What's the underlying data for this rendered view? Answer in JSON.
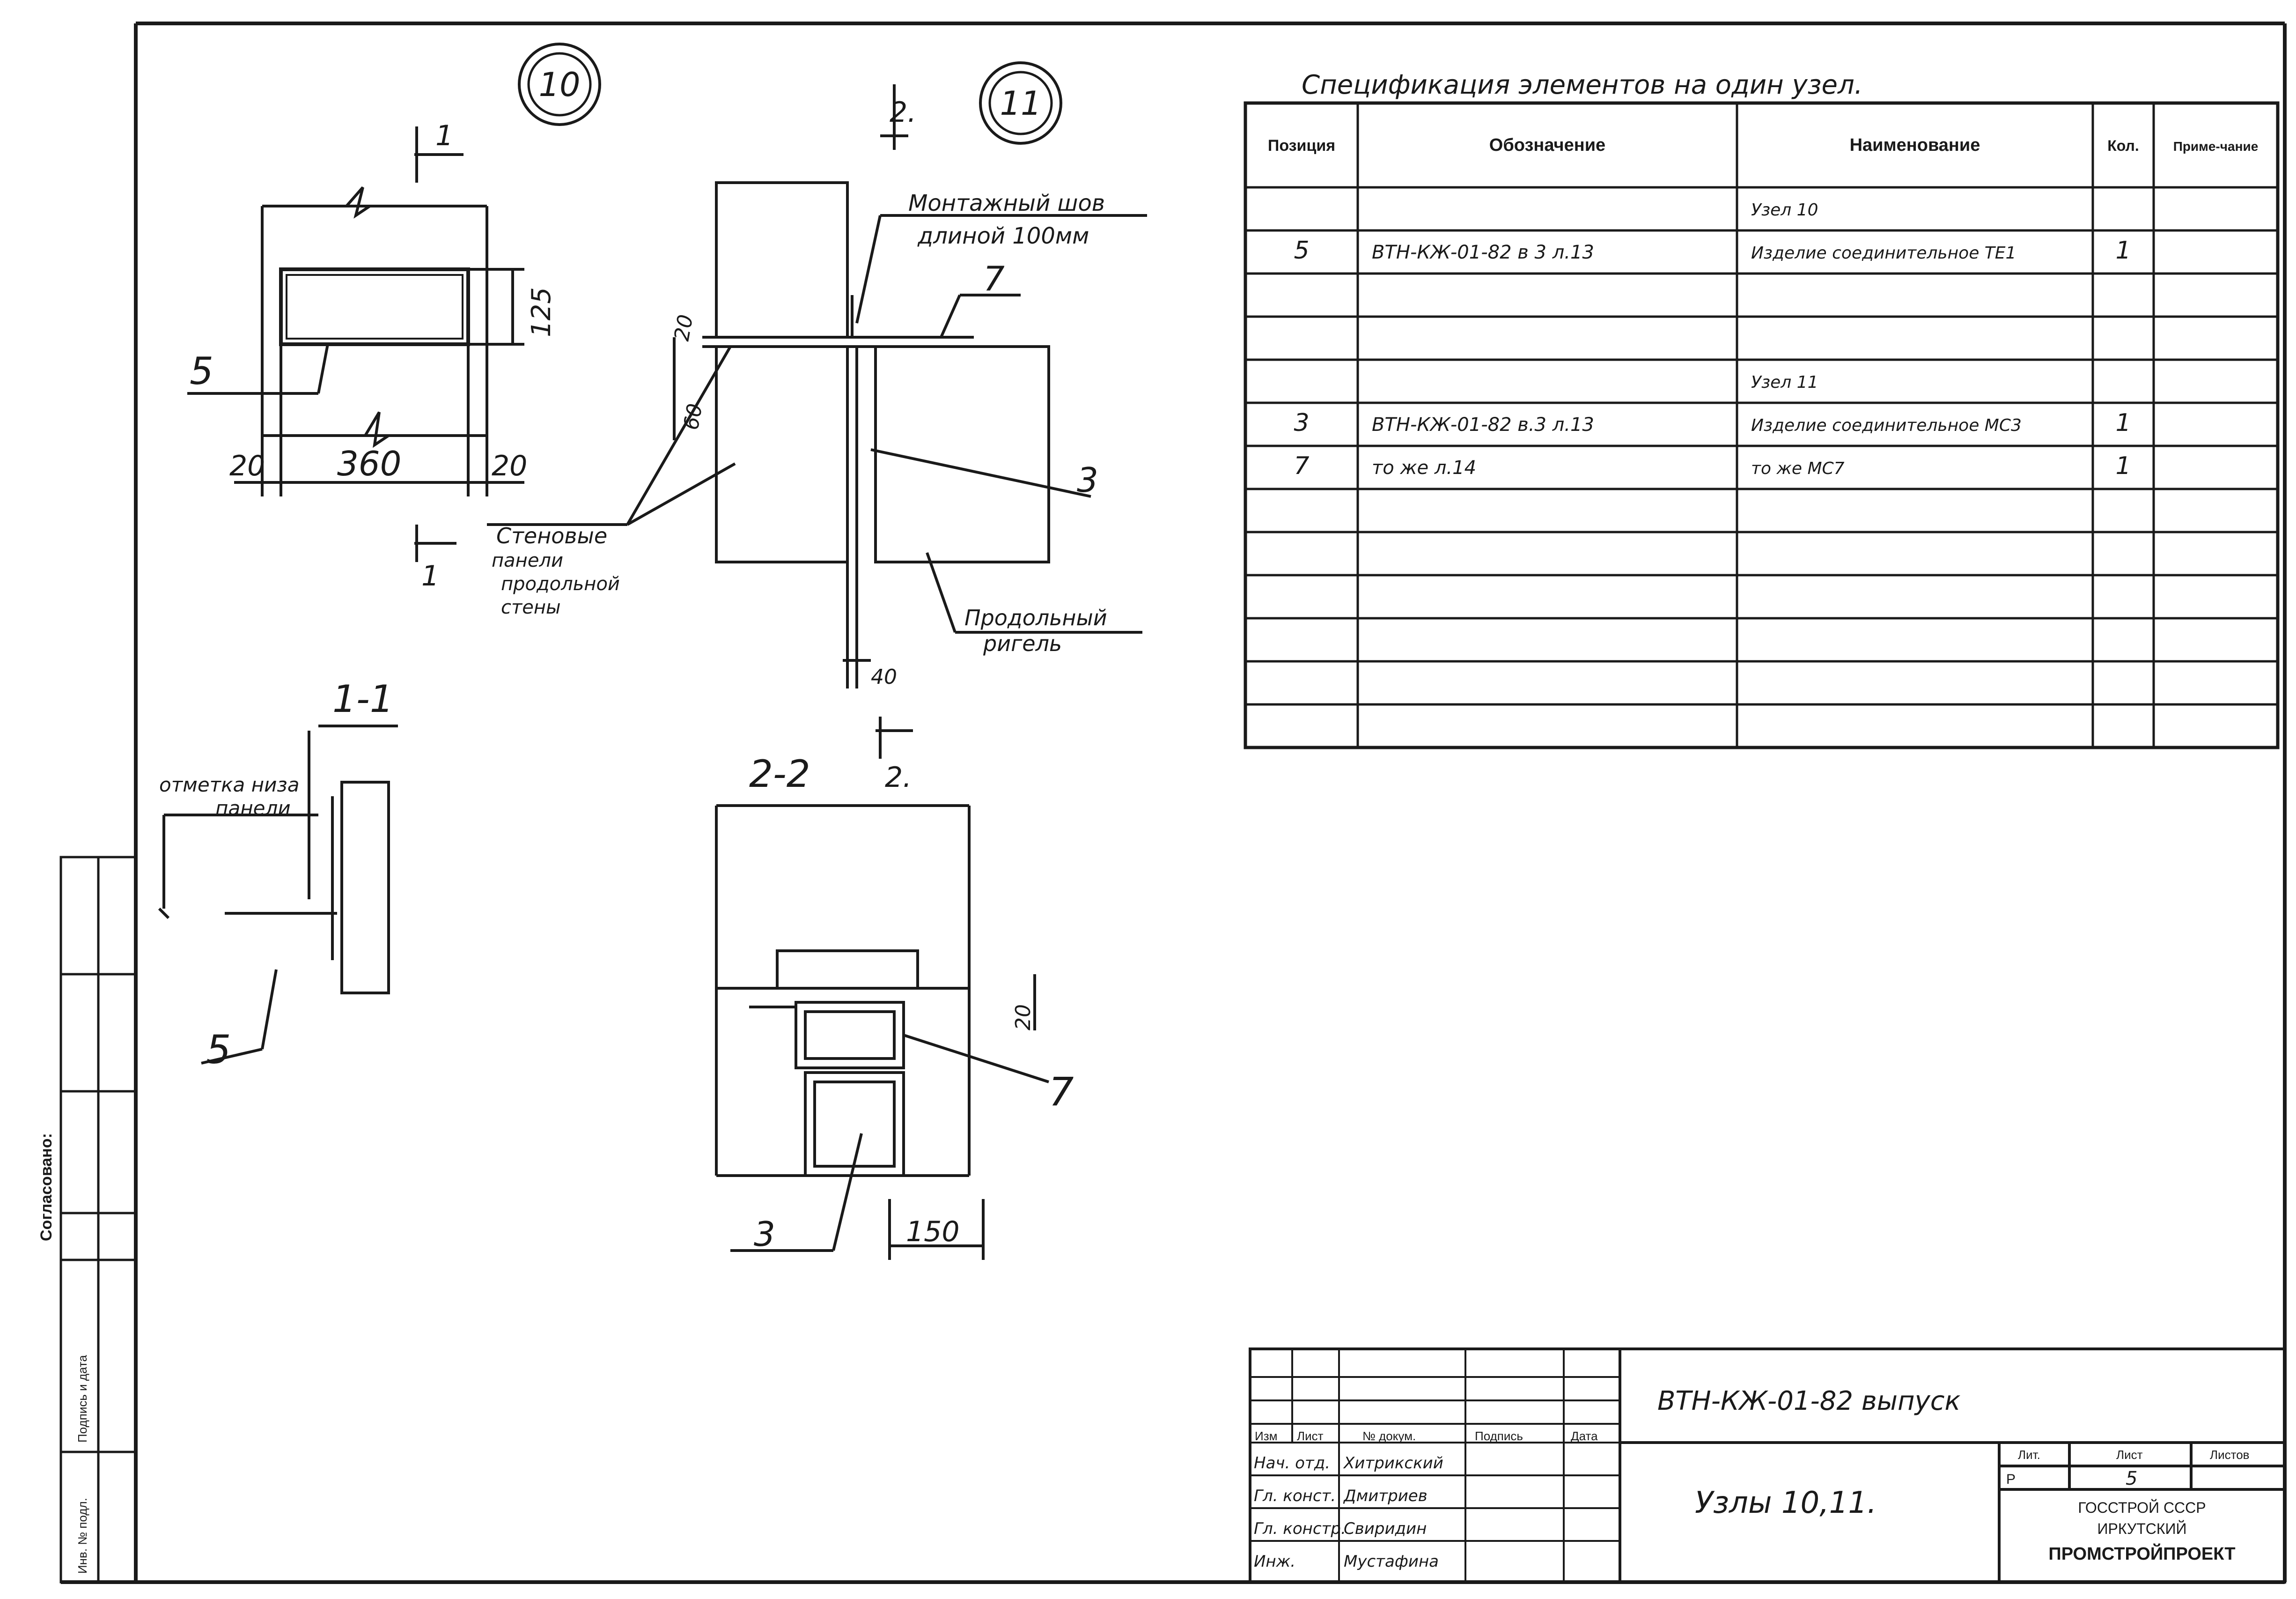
{
  "node_marks": {
    "n10": "10",
    "n11": "11"
  },
  "detail_10": {
    "cut_mark_top": "1",
    "cut_mark_bottom": "1",
    "pos": "5",
    "dim_height": "125",
    "dim_width": "360",
    "dim_left": "20",
    "dim_right": "20"
  },
  "detail_11": {
    "cut_mark_top": "2.",
    "cut_mark_bottom": "2.",
    "weld_note_1": "Монтажный шов",
    "weld_note_2": "длиной 100мм",
    "pos7": "7",
    "pos3": "3",
    "dim_60": "60",
    "dim_20": "20",
    "dim_40": "40",
    "wall_panels_1": "Стеновые",
    "wall_panels_2": "панели",
    "wall_panels_3": "продольной",
    "wall_panels_4": "стены",
    "beam_1": "Продольный",
    "beam_2": "ригель"
  },
  "section_1_1": {
    "title": "1-1",
    "note_1": "отметка низа",
    "note_2": "панели",
    "pos": "5"
  },
  "section_2_2": {
    "title": "2-2",
    "pos7": "7",
    "pos3": "3",
    "dim_20": "20",
    "dim_150": "150"
  },
  "spec": {
    "title": "Спецификация элементов на один узел.",
    "headers": [
      "Позиция",
      "Обозначение",
      "Наименование",
      "Кол.",
      "Приме-чание"
    ],
    "rows": [
      {
        "pos": "",
        "code": "",
        "name": "Узел 10",
        "qty": "",
        "note": ""
      },
      {
        "pos": "5",
        "code": "ВТН-КЖ-01-82 в 3 л.13",
        "name": "Изделие соединительное ТЕ1",
        "qty": "1",
        "note": ""
      },
      {
        "pos": "",
        "code": "",
        "name": "",
        "qty": "",
        "note": ""
      },
      {
        "pos": "",
        "code": "",
        "name": "",
        "qty": "",
        "note": ""
      },
      {
        "pos": "",
        "code": "",
        "name": "Узел 11",
        "qty": "",
        "note": ""
      },
      {
        "pos": "3",
        "code": "ВТН-КЖ-01-82 в.3 л.13",
        "name": "Изделие соединительное МС3",
        "qty": "1",
        "note": ""
      },
      {
        "pos": "7",
        "code": "то же л.14",
        "name": "то же МС7",
        "qty": "1",
        "note": ""
      },
      {
        "pos": "",
        "code": "",
        "name": "",
        "qty": "",
        "note": ""
      },
      {
        "pos": "",
        "code": "",
        "name": "",
        "qty": "",
        "note": ""
      },
      {
        "pos": "",
        "code": "",
        "name": "",
        "qty": "",
        "note": ""
      },
      {
        "pos": "",
        "code": "",
        "name": "",
        "qty": "",
        "note": ""
      },
      {
        "pos": "",
        "code": "",
        "name": "",
        "qty": "",
        "note": ""
      },
      {
        "pos": "",
        "code": "",
        "name": "",
        "qty": "",
        "note": ""
      }
    ]
  },
  "title_block": {
    "col_headers": [
      "Изм",
      "Лист",
      "№ докум.",
      "Подпись",
      "Дата"
    ],
    "staff": [
      {
        "role": "Нач. отд.",
        "name": "Хитрикский"
      },
      {
        "role": "Гл. конст.",
        "name": "Дмитриев"
      },
      {
        "role": "Гл. констр.",
        "name": "Свиридин"
      },
      {
        "role": "Инж.",
        "name": "Мустафина"
      }
    ],
    "doc_code": "ВТН-КЖ-01-82 выпуск",
    "sheet_title": "Узлы 10,11.",
    "lit_label": "Лит.",
    "sheet_label": "Лист",
    "sheets_label": "Листов",
    "lit_value": "Р",
    "sheet_value": "5",
    "org_1": "ГОССТРОЙ СССР",
    "org_2": "ИРКУТСКИЙ",
    "org_3": "ПРОМСТРОЙПРОЕКТ"
  },
  "side_stamp": {
    "agreed": "Согласовано:",
    "inv": "Инв. № подл.",
    "sign": "Подпись и дата"
  }
}
